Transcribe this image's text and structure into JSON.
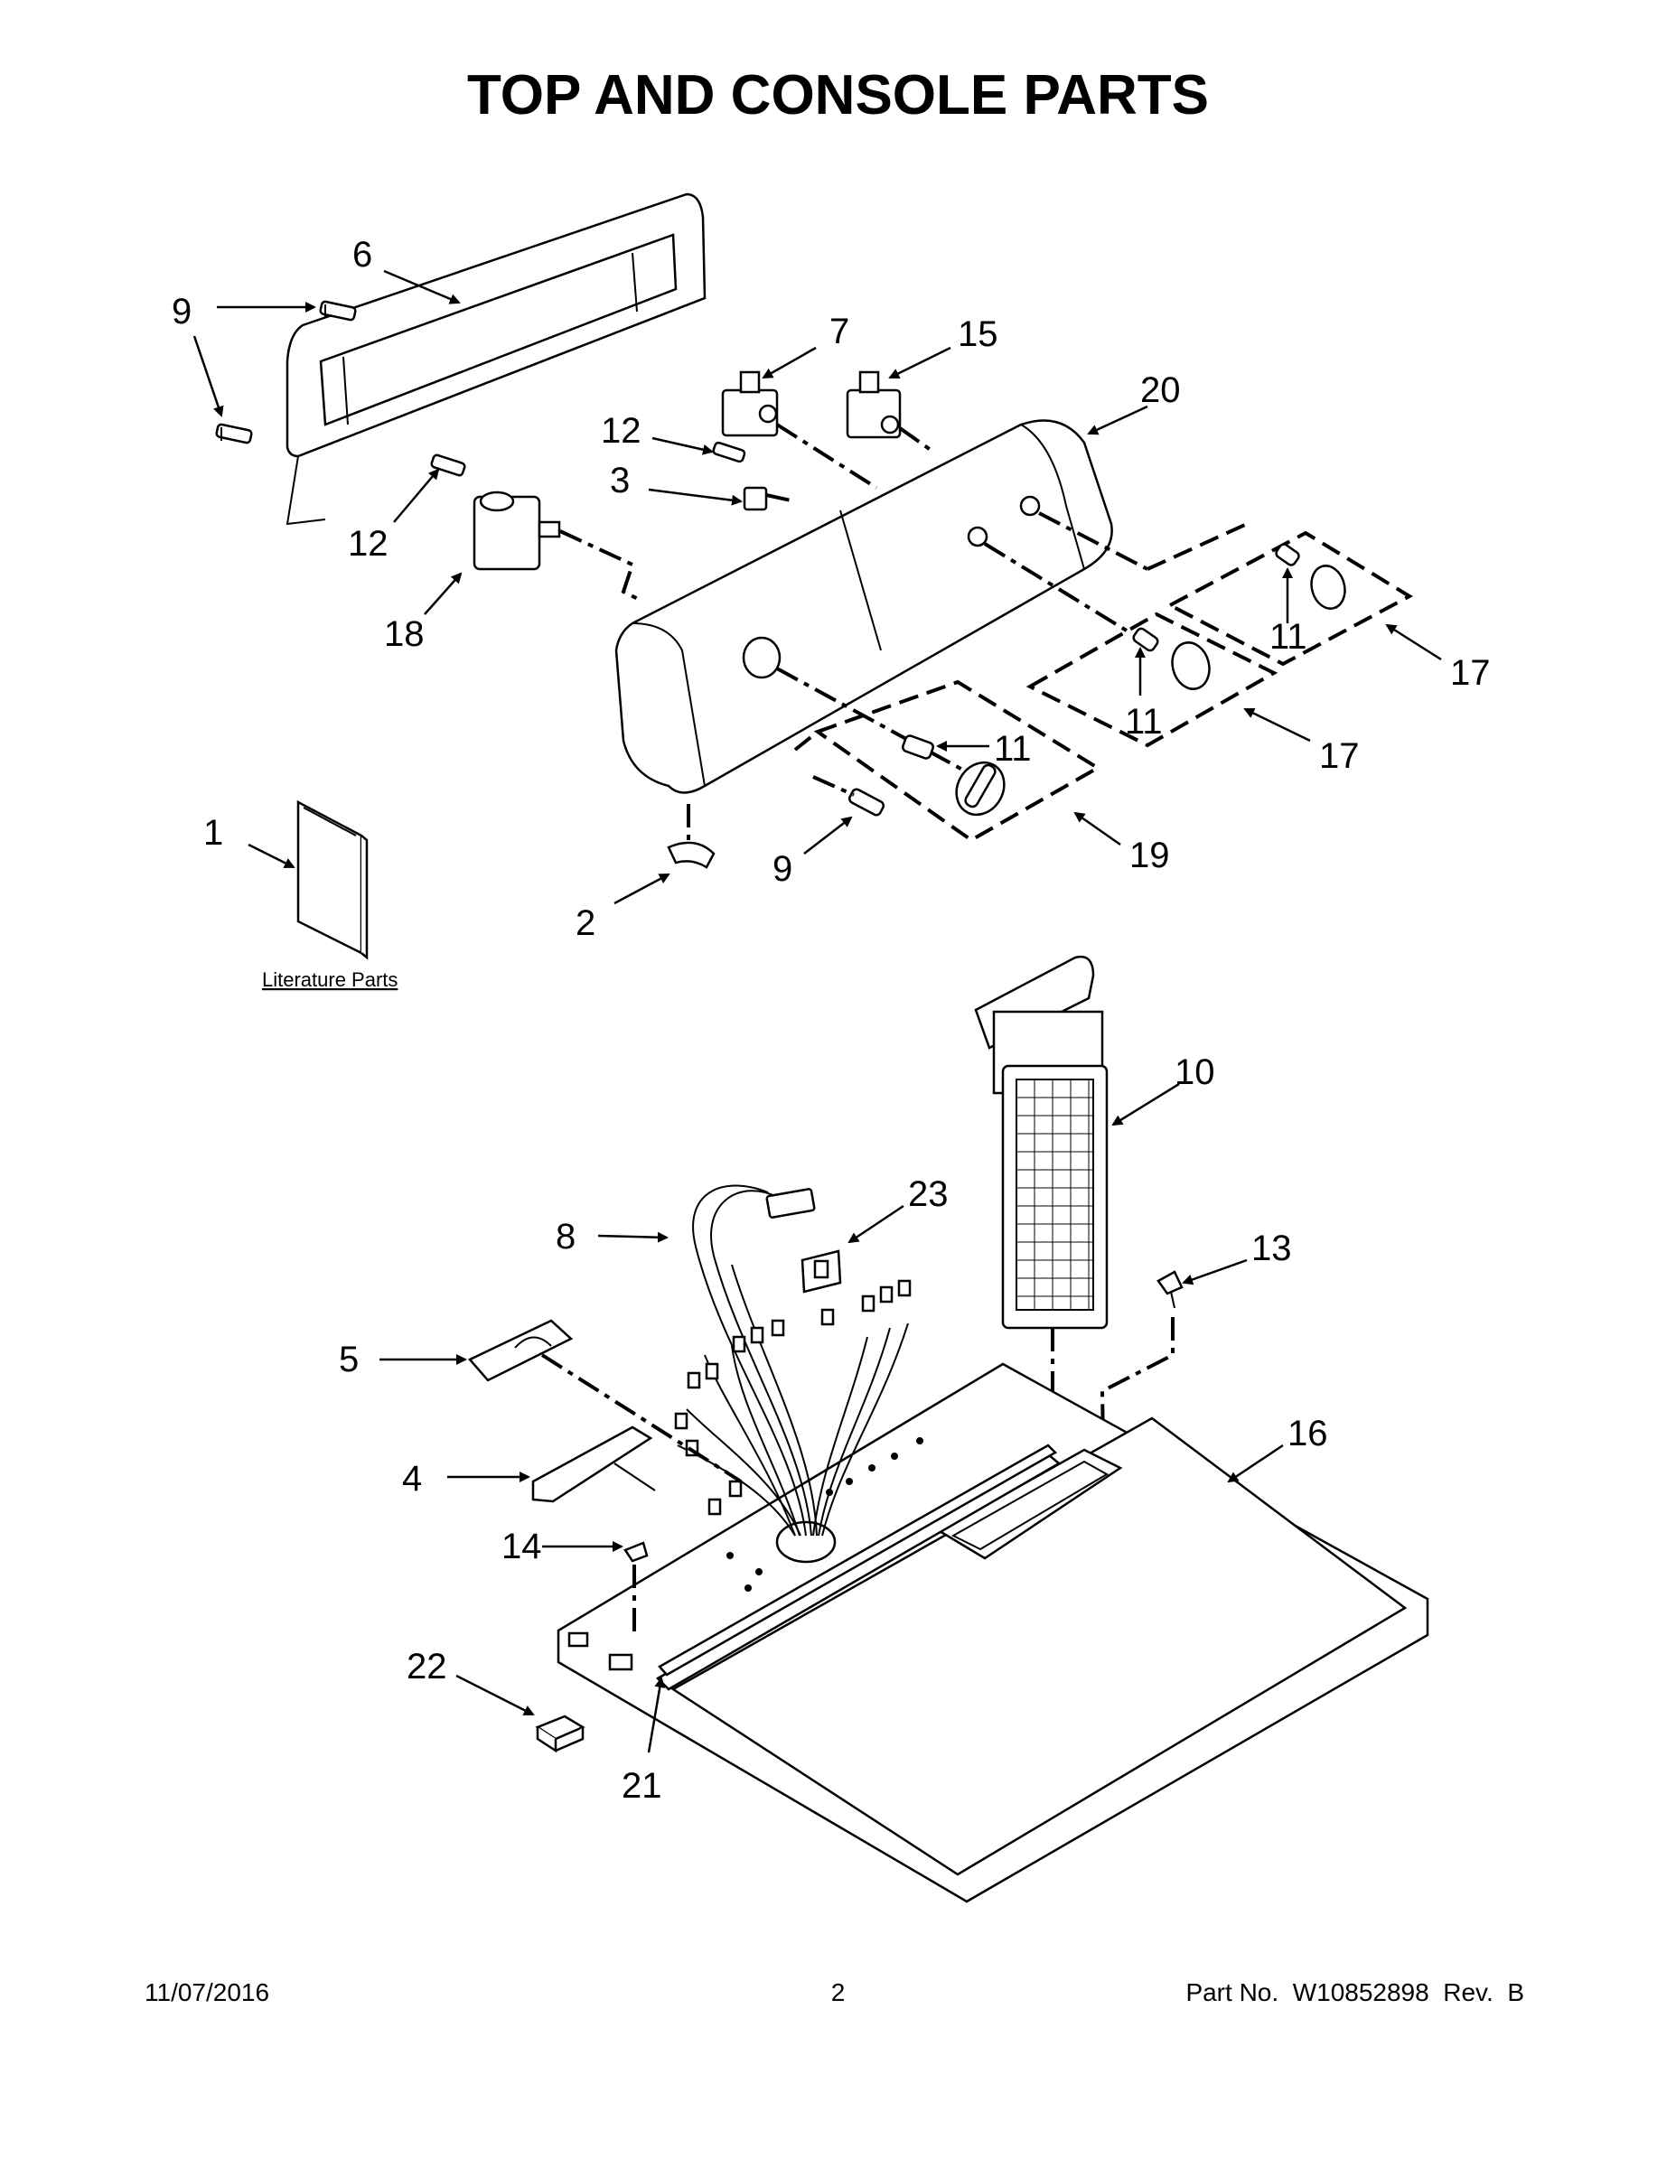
{
  "title": "TOP AND CONSOLE PARTS",
  "callouts": {
    "c1": "1",
    "c2": "2",
    "c3": "3",
    "c4": "4",
    "c5": "5",
    "c6": "6",
    "c7": "7",
    "c8": "8",
    "c9a": "9",
    "c9b": "9",
    "c9c": "9",
    "c10": "10",
    "c11a": "11",
    "c11b": "11",
    "c11c": "11",
    "c12a": "12",
    "c12b": "12",
    "c13": "13",
    "c14": "14",
    "c15": "15",
    "c16": "16",
    "c17a": "17",
    "c17b": "17",
    "c18": "18",
    "c19": "19",
    "c20": "20",
    "c21": "21",
    "c22": "22",
    "c23": "23"
  },
  "literature_label": "Literature Parts",
  "footer": {
    "date": "11/07/2016",
    "page": "2",
    "part_number": "Part No.  W10852898  Rev.  B"
  }
}
